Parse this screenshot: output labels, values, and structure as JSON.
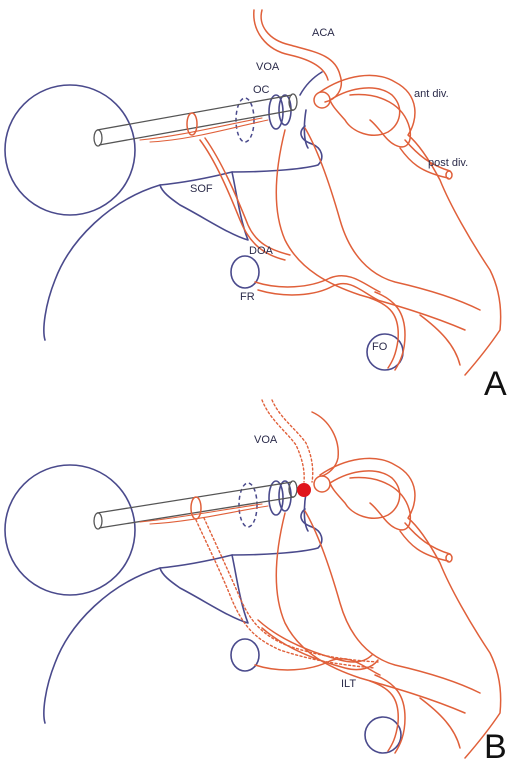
{
  "colors": {
    "nerve_blue": "#4a4a8c",
    "artery_orange": "#e0603a",
    "occlusion_red": "#e0141c",
    "instrument_gray": "#555555"
  },
  "panel_a": {
    "letter": "A",
    "labels": {
      "aca": "ACA",
      "voa": "VOA",
      "oc": "OC",
      "ant_div": "ant div.",
      "post_div": "post div.",
      "sof": "SOF",
      "doa": "DOA",
      "fr": "FR",
      "fo": "FO"
    }
  },
  "panel_b": {
    "letter": "B",
    "labels": {
      "voa": "VOA",
      "ilt": "ILT"
    }
  }
}
